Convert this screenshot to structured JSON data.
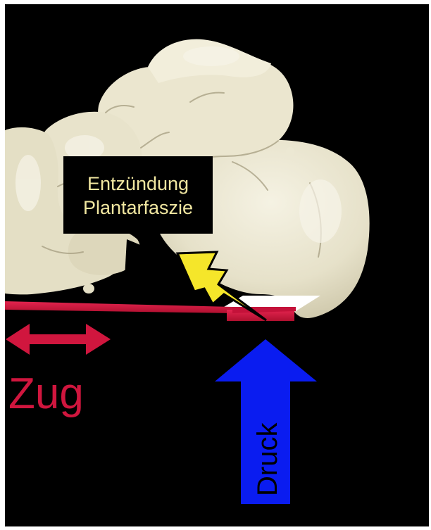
{
  "labels": {
    "inflammation_line1": "Entzündung",
    "inflammation_line2": "Plantarfaszie",
    "pull": "Zug",
    "pressure": "Druck"
  },
  "colors": {
    "background": "#000000",
    "frame": "#ffffff",
    "bone": "#e6e1c9",
    "bone_shadow": "#bdb69a",
    "bone_highlight": "#f4f1e2",
    "fascia": "#d0163e",
    "pull_text": "#d0163e",
    "pressure_arrow": "#0a1cf0",
    "pressure_text": "#000000",
    "label_box": "#000000",
    "label_text": "#f0e6a0",
    "lightning": "#f5e62a"
  },
  "icons": {
    "inflammation": "lightning-bolt-icon",
    "pull_direction": "double-headed-arrow-icon",
    "pressure_direction": "up-arrow-icon"
  }
}
